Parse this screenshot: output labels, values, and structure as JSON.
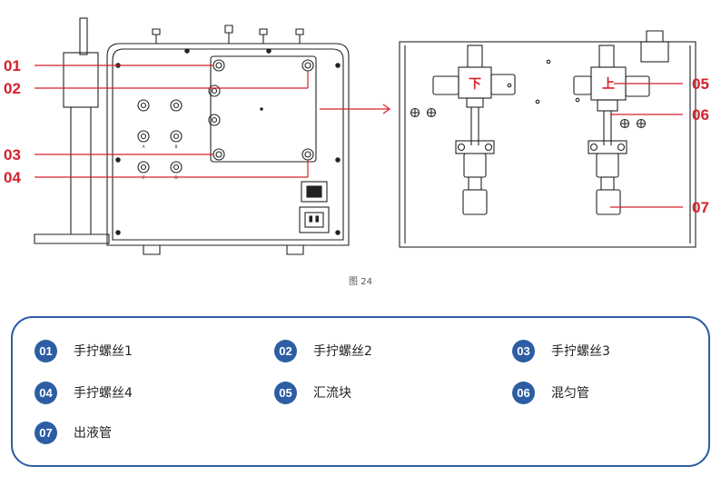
{
  "figure": {
    "callouts": [
      {
        "num": "01"
      },
      {
        "num": "02"
      },
      {
        "num": "03"
      },
      {
        "num": "04"
      },
      {
        "num": "05"
      },
      {
        "num": "06"
      },
      {
        "num": "07"
      }
    ],
    "panel_labels": [
      "",
      "",
      "A",
      "B",
      "C",
      "D"
    ],
    "block_lower": "下",
    "block_upper": "上"
  },
  "caption": "图 24",
  "legend": {
    "items": [
      {
        "num": "01",
        "label": "手拧螺丝1"
      },
      {
        "num": "02",
        "label": "手拧螺丝2"
      },
      {
        "num": "03",
        "label": "手拧螺丝3"
      },
      {
        "num": "04",
        "label": "手拧螺丝4"
      },
      {
        "num": "05",
        "label": "汇流块"
      },
      {
        "num": "06",
        "label": "混匀管"
      },
      {
        "num": "07",
        "label": "出液管"
      }
    ],
    "badge_color": "#2d5ea4",
    "accent_color": "#d7202c"
  }
}
